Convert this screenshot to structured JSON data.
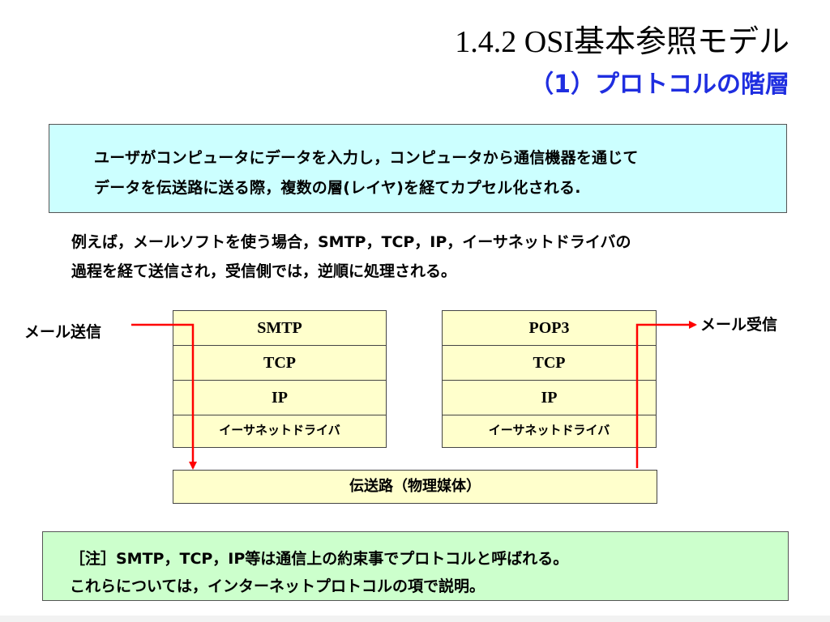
{
  "title": {
    "main": "1.4.2 OSI基本参照モデル",
    "sub": "（1）プロトコルの階層"
  },
  "intro": {
    "line1": "ユーザがコンピュータにデータを入力し，コンピュータから通信機器を通じて",
    "line2": "データを伝送路に送る際，複数の層(レイヤ)を経てカプセル化される."
  },
  "example": {
    "line1": "例えば，メールソフトを使う場合，SMTP，TCP，IP，イーサネットドライバの",
    "line2": "過程を経て送信され，受信側では，逆順に処理される。"
  },
  "sender": {
    "label": "メール送信",
    "layers": [
      "SMTP",
      "TCP",
      "IP",
      "イーサネットドライバ"
    ]
  },
  "receiver": {
    "label": "メール受信",
    "layers": [
      "POP3",
      "TCP",
      "IP",
      "イーサネットドライバ"
    ]
  },
  "medium": {
    "label": "伝送路（物理媒体）"
  },
  "note": {
    "line1": "［注］SMTP，TCP，IP等は通信上の約束事でプロトコルと呼ばれる。",
    "line2": "これらについては，インターネットプロトコルの項で説明。"
  },
  "colors": {
    "title_sub": "#1f2ee0",
    "intro_bg": "#ccffff",
    "layer_bg": "#ffffcc",
    "note_bg": "#ccffcc",
    "arrow": "#ff0000"
  }
}
